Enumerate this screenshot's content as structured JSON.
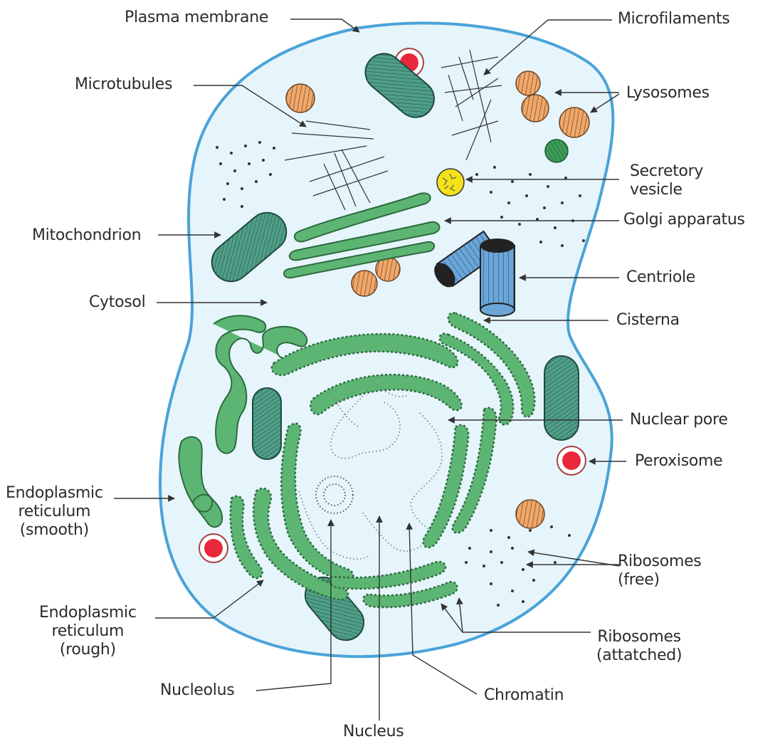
{
  "labels": {
    "plasma_membrane": "Plasma membrane",
    "microfilaments": "Microfilaments",
    "microtubules": "Microtubules",
    "lysosomes": "Lysosomes",
    "secretory_vesicle": "Secretory\nvesicle",
    "mitochondrion": "Mitochondrion",
    "golgi": "Golgi apparatus",
    "centriole": "Centriole",
    "cytosol": "Cytosol",
    "cisterna": "Cisterna",
    "nuclear_pore": "Nuclear pore",
    "peroxisome": "Peroxisome",
    "er_smooth": "Endoplasmic\nreticulum\n(smooth)",
    "ribosomes_free": "Ribosomes\n(free)",
    "er_rough": "Endoplasmic\nreticulum\n(rough)",
    "ribosomes_attached": "Ribosomes\n(attatched)",
    "nucleolus": "Nucleolus",
    "chromatin": "Chromatin",
    "nucleus": "Nucleus"
  },
  "colors": {
    "membrane": "#4aa3d8",
    "cytoplasm": "#e6f5fb",
    "er_green": "#5db574",
    "mito_teal": "#4f9e88",
    "lysosome_orange": "#f0a86a",
    "peroxisome_red": "#e8283a",
    "vesicle_yellow": "#f4e11a",
    "centriole_blue": "#6aa6d8",
    "line": "#333333"
  }
}
